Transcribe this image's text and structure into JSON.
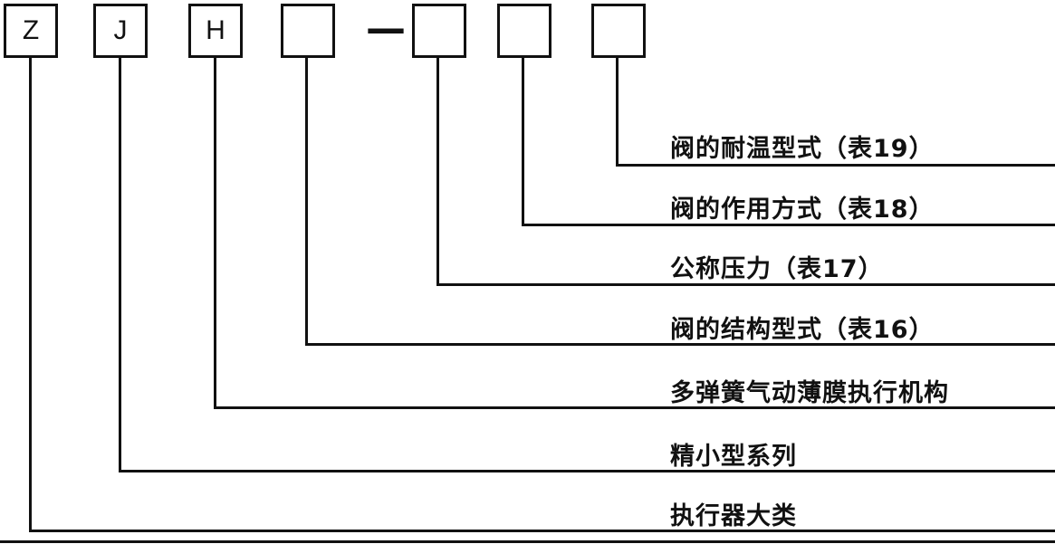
{
  "boxes": [
    {
      "label": "Z"
    },
    {
      "label": "J"
    },
    {
      "label": "H"
    },
    {
      "label": ""
    },
    {
      "label": ""
    },
    {
      "label": ""
    },
    {
      "label": ""
    }
  ],
  "separator": "—",
  "callouts": [
    {
      "text": "阀的耐温型式（表19）"
    },
    {
      "text": "阀的作用方式（表18）"
    },
    {
      "text": "公称压力（表17）"
    },
    {
      "text": "阀的结构型式（表16）"
    },
    {
      "text": "多弹簧气动薄膜执行机构"
    },
    {
      "text": "精小型系列"
    },
    {
      "text": "执行器大类"
    }
  ],
  "colors": {
    "line": "#111111",
    "text": "#111111",
    "background": "#ffffff"
  }
}
